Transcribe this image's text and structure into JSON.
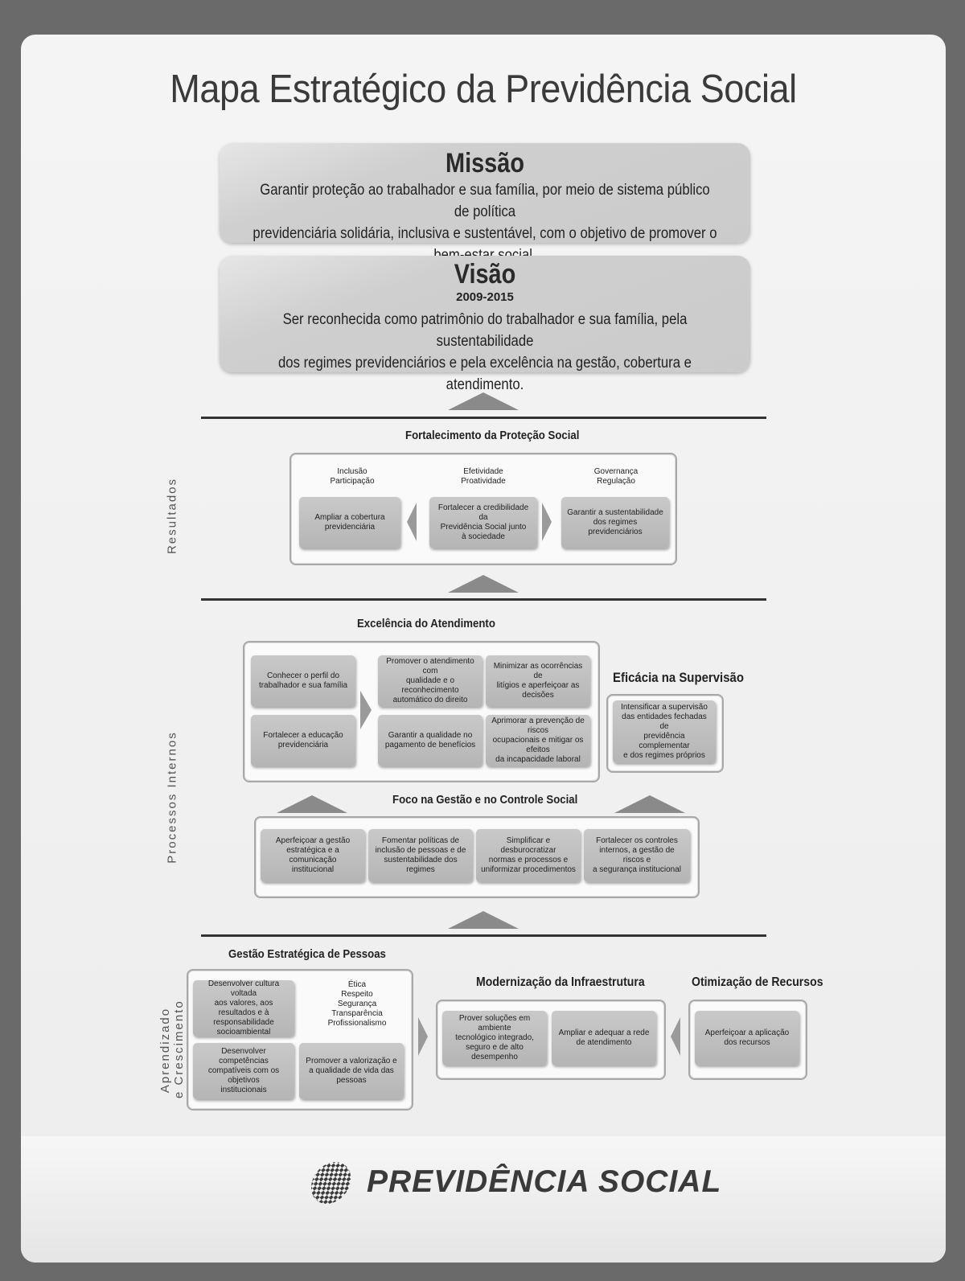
{
  "title": "Mapa Estratégico da Previdência Social",
  "missao": {
    "title": "Missão",
    "line1": "Garantir proteção ao trabalhador e sua família, por meio de sistema público de política",
    "line2": "previdenciária solidária, inclusiva e sustentável, com o objetivo de promover o bem-estar social."
  },
  "visao": {
    "title": "Visão",
    "years": "2009-2015",
    "line1": "Ser reconhecida como patrimônio do trabalhador e sua família, pela sustentabilidade",
    "line2": "dos regimes previdenciários e pela excelência na gestão, cobertura e atendimento."
  },
  "perspectives": {
    "resultados": "Resultados",
    "processos": "Processos Internos",
    "aprendizado_1": "Aprendizado",
    "aprendizado_2": "e Crescimento"
  },
  "resultados": {
    "title": "Fortalecimento da Proteção Social",
    "values": [
      {
        "l1": "Inclusão",
        "l2": "Participação"
      },
      {
        "l1": "Efetividade",
        "l2": "Proatividade"
      },
      {
        "l1": "Governança",
        "l2": "Regulação"
      }
    ],
    "objectives": [
      {
        "l1": "Ampliar a cobertura",
        "l2": "previdenciária",
        "l3": ""
      },
      {
        "l1": "Fortalecer a credibilidade da",
        "l2": "Previdência Social junto",
        "l3": "à sociedade"
      },
      {
        "l1": "Garantir a sustentabilidade",
        "l2": "dos regimes previdenciários",
        "l3": ""
      }
    ]
  },
  "atendimento": {
    "title": "Excelência do Atendimento",
    "objectives": [
      {
        "l1": "Conhecer o perfil do",
        "l2": "trabalhador e sua família",
        "l3": ""
      },
      {
        "l1": "Fortalecer a educação",
        "l2": "previdenciária",
        "l3": ""
      },
      {
        "l1": "Promover o atendimento com",
        "l2": "qualidade e o reconhecimento",
        "l3": "automático do direito"
      },
      {
        "l1": "Minimizar as ocorrências de",
        "l2": "litígios e aperfeiçoar as decisões",
        "l3": ""
      },
      {
        "l1": "Garantir a qualidade no",
        "l2": "pagamento de benefícios",
        "l3": ""
      },
      {
        "l1": "Aprimorar a prevenção de riscos",
        "l2": "ocupacionais e mitigar os efeitos",
        "l3": "da incapacidade laboral"
      }
    ]
  },
  "supervisao": {
    "title": "Eficácia na Supervisão",
    "objective": {
      "l1": "Intensificar a supervisão",
      "l2": "das entidades fechadas de",
      "l3": "previdência complementar",
      "l4": "e dos regimes próprios"
    }
  },
  "gestao": {
    "title": "Foco na Gestão e no Controle Social",
    "objectives": [
      {
        "l1": "Aperfeiçoar a gestão",
        "l2": "estratégica e a comunicação",
        "l3": "institucional"
      },
      {
        "l1": "Fomentar políticas de",
        "l2": "inclusão de pessoas e de",
        "l3": "sustentabilidade dos regimes"
      },
      {
        "l1": "Simplificar e desburocratizar",
        "l2": "normas e processos e",
        "l3": "uniformizar procedimentos"
      },
      {
        "l1": "Fortalecer os controles",
        "l2": "internos, a gestão de riscos e",
        "l3": "a segurança institucional"
      }
    ]
  },
  "pessoas": {
    "title": "Gestão Estratégica de Pessoas",
    "values": [
      "Ética",
      "Respeito",
      "Segurança",
      "Transparência",
      "Profissionalismo"
    ],
    "objectives": [
      {
        "l1": "Desenvolver cultura voltada",
        "l2": "aos valores, aos resultados e à",
        "l3": "responsabilidade socioambiental"
      },
      {
        "l1": "Desenvolver competências",
        "l2": "compatíveis com os objetivos",
        "l3": "institucionais"
      },
      {
        "l1": "Promover a valorização e",
        "l2": "a qualidade de vida das",
        "l3": "pessoas"
      }
    ]
  },
  "infra": {
    "title": "Modernização da Infraestrutura",
    "objectives": [
      {
        "l1": "Prover soluções em ambiente",
        "l2": "tecnológico integrado,",
        "l3": "seguro e de alto desempenho"
      },
      {
        "l1": "Ampliar e adequar a rede",
        "l2": "de atendimento",
        "l3": ""
      }
    ]
  },
  "recursos": {
    "title": "Otimização de Recursos",
    "objective": {
      "l1": "Aperfeiçoar a aplicação",
      "l2": "dos recursos"
    }
  },
  "footer": {
    "brand": "PREVIDÊNCIA SOCIAL"
  },
  "colors": {
    "background": "#6a6a6a",
    "panel": "#f1f1f1",
    "objective": "#bdbdbd",
    "arrow": "#8a8a8a"
  }
}
